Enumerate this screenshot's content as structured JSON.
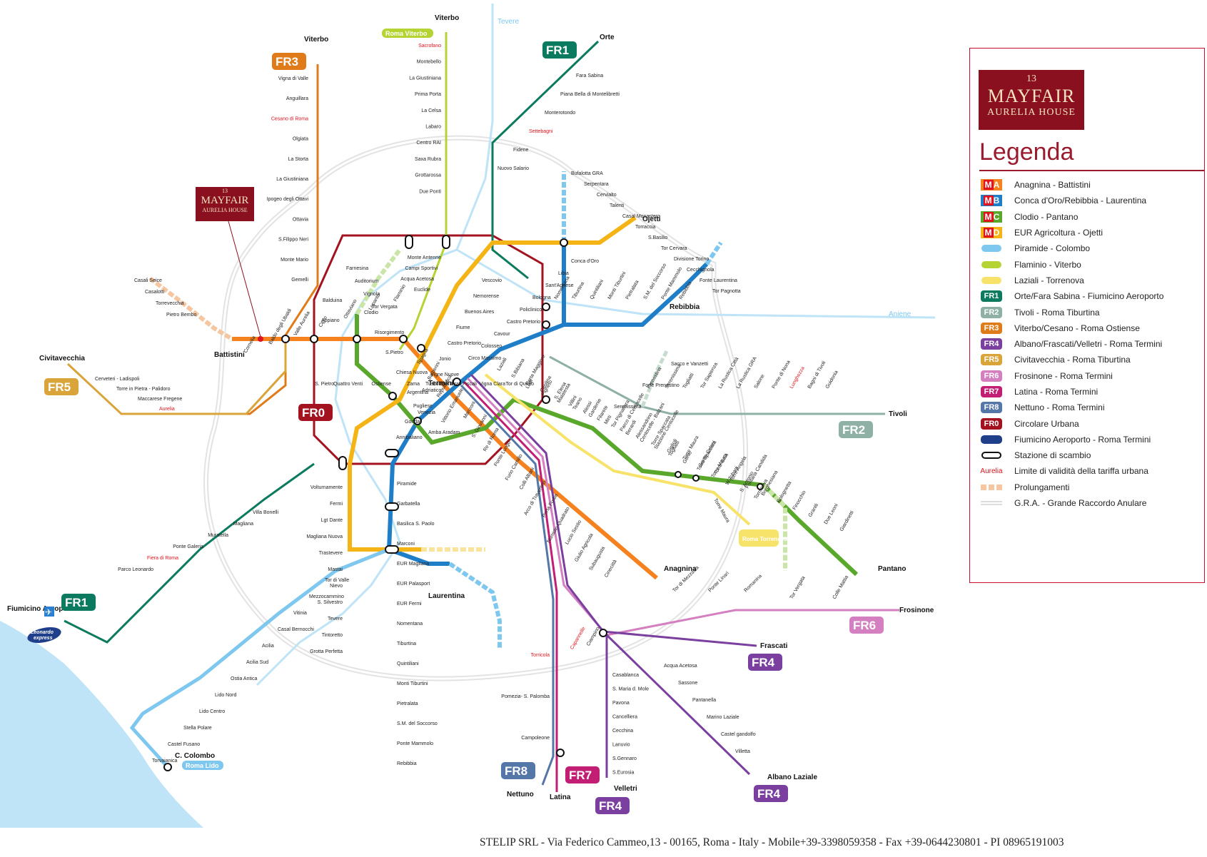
{
  "legend": {
    "logo_line1": "MAYFAIR",
    "logo_line2": "AURELIA HOUSE",
    "logo_crest": "13",
    "title": "Legenda",
    "items": [
      {
        "key": "MA",
        "type": "metro",
        "letter": "A",
        "color": "#f5821f",
        "label": "Anagnina - Battistini"
      },
      {
        "key": "MB",
        "type": "metro",
        "letter": "B",
        "color": "#1f7ec8",
        "label": "Conca d'Oro/Rebibbia - Laurentina"
      },
      {
        "key": "MC",
        "type": "metro",
        "letter": "C",
        "color": "#5aa82b",
        "label": "Clodio - Pantano"
      },
      {
        "key": "MD",
        "type": "metro",
        "letter": "D",
        "color": "#f5b416",
        "label": "EUR Agricoltura - Ojetti"
      },
      {
        "key": "lido",
        "type": "pill",
        "color": "#7ec8ef",
        "text": "Roma Lido",
        "label": "Piramide - Colombo"
      },
      {
        "key": "viterbo",
        "type": "pill",
        "color": "#b5d433",
        "text": "Roma Viterbo",
        "label": "Flaminio - Viterbo"
      },
      {
        "key": "torrenova",
        "type": "pill",
        "color": "#f8e36a",
        "text": "Roma Torrenova",
        "label": "Laziali - Torrenova"
      },
      {
        "key": "FR1",
        "type": "fr",
        "num": "1",
        "color": "#0b7a5e",
        "label": "Orte/Fara Sabina - Fiumicino Aeroporto"
      },
      {
        "key": "FR2",
        "type": "fr",
        "num": "2",
        "color": "#8fb0a4",
        "label": "Tivoli - Roma Tiburtina"
      },
      {
        "key": "FR3",
        "type": "fr",
        "num": "3",
        "color": "#e07b1a",
        "label": "Viterbo/Cesano - Roma Ostiense"
      },
      {
        "key": "FR4",
        "type": "fr",
        "num": "4",
        "color": "#7b3fa0",
        "label": "Albano/Frascati/Velletri - Roma Termini"
      },
      {
        "key": "FR5",
        "type": "fr",
        "num": "5",
        "color": "#d9a43a",
        "label": "Civitavecchia - Roma Tiburtina"
      },
      {
        "key": "FR6",
        "type": "fr",
        "num": "6",
        "color": "#d47fc0",
        "label": "Frosinone - Roma Termini"
      },
      {
        "key": "FR7",
        "type": "fr",
        "num": "7",
        "color": "#c21f74",
        "label": "Latina - Roma Termini"
      },
      {
        "key": "FR8",
        "type": "fr",
        "num": "8",
        "color": "#5577a8",
        "label": "Nettuno - Roma Termini"
      },
      {
        "key": "FR0",
        "type": "fr",
        "num": "0",
        "color": "#a3131f",
        "label": "Circolare Urbana"
      },
      {
        "key": "leonardo",
        "type": "leonardo",
        "color": "#1f3f8a",
        "text": "Leonardo express",
        "label": "Fiumicino Aeroporto - Roma Termini"
      },
      {
        "key": "interchange",
        "type": "interchange",
        "label": "Stazione di scambio"
      },
      {
        "key": "limit",
        "type": "text",
        "text": "Aurelia",
        "label": "Limite di validità della tariffa urbana"
      },
      {
        "key": "prolong",
        "type": "dashed",
        "label": "Prolungamenti"
      },
      {
        "key": "gra",
        "type": "gra",
        "label": "G.R.A. - Grande Raccordo Anulare"
      }
    ]
  },
  "map": {
    "logo_line1": "MAYFAIR",
    "logo_line2": "AURELIA HOUSE",
    "logo_crest": "13",
    "rivers": {
      "tevere": "Tevere",
      "aniene": "Aniene"
    },
    "termini": {
      "viterbo_fr3": "Viterbo",
      "viterbo_rv": "Viterbo",
      "orte": "Orte",
      "civitavecchia": "Civitavecchia",
      "tivoli": "Tivoli",
      "frosinone": "Frosinone",
      "frascati": "Frascati",
      "albano": "Albano Laziale",
      "velletri": "Velletri",
      "latina": "Latina",
      "nettuno": "Nettuno",
      "fiumicino": "Fiumicino Aeroporto",
      "ojetti": "Ojetti",
      "rebibbia": "Rebibbia",
      "pantano": "Pantano",
      "anagnina": "Anagnina",
      "laurentina": "Laurentina",
      "battistini": "Battistini",
      "c_colombo": "C. Colombo",
      "termini": "Termini"
    },
    "badges": {
      "fr3": "FR3",
      "rv": "Roma Viterbo",
      "fr1_top": "FR1",
      "fr5": "FR5",
      "fr0": "FR0",
      "fr2": "FR2",
      "fr6": "FR6",
      "fr4_a": "FR4",
      "fr4_b": "FR4",
      "fr4_c": "FR4",
      "fr7": "FR7",
      "fr8": "FR8",
      "fr1_bot": "FR1",
      "lido": "Roma Lido",
      "torrenova": "Roma Torrenova",
      "leonardo1": "Leonardo",
      "leonardo2": "express"
    },
    "stations": {
      "fr3": [
        "Vigna di Valle",
        "Anguillara",
        "Cesano di Roma",
        "Olgiata",
        "La Storta",
        "La Giustiniana",
        "Ipogeo degli Ottavi",
        "Ottavia",
        "S.Filippo Neri",
        "Monte Mario",
        "Gemelli",
        "Balduina",
        "Appiano"
      ],
      "rv": [
        "Sacrofano",
        "Montebello",
        "La Giustiniana",
        "Prima Porta",
        "La Celsa",
        "Labaro",
        "Centro RAI",
        "Saxa Rubra",
        "Grottarossa",
        "Due Ponti",
        "Monte Antenne",
        "Campi Sportivi",
        "Acqua Acetosa",
        "Euclide"
      ],
      "fr1n": [
        "Fara Sabina",
        "Piana Bella di Montelibretti",
        "Monterotondo",
        "Settebagni",
        "Fidene",
        "Nuovo Salario"
      ],
      "fr5": [
        "Cerveteri - Ladispoli",
        "Torre in Pietra - Palidoro",
        "Maccarese Fregene",
        "Aurelia"
      ],
      "ma": [
        "Cornelia",
        "Baldo degli Ubaldi",
        "Valle Aurelia",
        "Cipro",
        "Ottaviano",
        "Lepanto",
        "Flaminio",
        "Spagna",
        "Barberini",
        "Repubblica",
        "Vittorio Emanuele",
        "Manzoni",
        "S. Giovanni",
        "Re di Roma",
        "Ponte Lungo",
        "Furio Camillo",
        "Colli Albani",
        "Arco di Travertino",
        "Porta Furba",
        "Numidio Quadrato",
        "Lucio Sestio",
        "Giulio Agricola",
        "Subaugusta",
        "Cinecittà"
      ],
      "ma_pro": [
        "Casali Seice",
        "Casalotti",
        "Torrevecchia",
        "Pietro Bembo"
      ],
      "mb": [
        "Conca d'Oro",
        "Libia",
        "Sant'Agnese",
        "Bologna",
        "Policlinico",
        "Castro Pretorio",
        "Cavour",
        "Colosseo",
        "Circo Massimo",
        "Piramide",
        "Garbatella",
        "Basilica S. Paolo",
        "Marconi",
        "EUR Magliana",
        "EUR Palasport",
        "EUR Fermi",
        "Nomentana",
        "Tiburtina",
        "Quintiliani",
        "Monti Tiburtini",
        "Pietralata",
        "S.M. del Soccorso",
        "Ponte Mammolo",
        "Rebibbia"
      ],
      "mb_pro": [
        "Bufalotta GRA",
        "Serpentara",
        "Cervialto",
        "Talenti",
        "Casal Monastero",
        "Torraccia",
        "S.Basilio",
        "Tor Cervara",
        "Divisione Torino",
        "Cecchignola",
        "Fonte Laurentina",
        "Tor Pagnotta"
      ],
      "mc": [
        "Clodio",
        "Risorgimento",
        "S.Pietro",
        "Chiesa Nuova",
        "Argentina",
        "Venezia",
        "Amba Aradam",
        "Lodi",
        "Pigneto",
        "Malatesta",
        "Teano",
        "Gardenie",
        "Mirti",
        "Parco di Centocelle",
        "Alessandrino",
        "Torre Spaccata",
        "Giglioli",
        "Torre Maura",
        "Grotte Celoni",
        "Torre Gaia",
        "Torre Angela",
        "Fontana Candida",
        "Borghesiana",
        "Bolognetta",
        "Finocchio",
        "Graniti",
        "Due Leoni",
        "Giardinetti"
      ],
      "mc_pro": [
        "Farnesina",
        "Auditorium",
        "Vignola",
        "Tor Vergata"
      ],
      "md": [
        "Vescovio",
        "Nemorense",
        "Buenos Aires",
        "Fiume",
        "Castro Pretorio",
        "Jonio",
        "Vigne Nuove",
        "Adriatico",
        "Pugliese",
        "Gondar",
        "Annibaliano",
        "Volturnamente",
        "Fermi",
        "Lgt Dante",
        "Magliana Nuova",
        "Trastevere",
        "Mastai",
        "Nievo",
        "S. Silvestro",
        "Tevere",
        "Tintoretto",
        "Grotta Perfetta"
      ],
      "rt": [
        "Laziali",
        "S.Bibiana",
        "Porta Maggiore",
        "Casilina",
        "S. Elena",
        "Villini",
        "Alessi",
        "Filarete",
        "Tor Pignattara",
        "Berardi",
        "Centocelle - Balzani",
        "Stazione Centocelle",
        "Togliatti",
        "Genio",
        "Torre Spaccata",
        "Torre Maura",
        "W.Tobagi",
        "S. Antonio",
        "Torrenova"
      ],
      "fr2": [
        "Prenestina",
        "Serenissima",
        "Togliatti",
        "Tor Sapienza",
        "La Rustica Città",
        "La Rustica GRA",
        "Salone",
        "Ponte di Nona",
        "Lunghezza",
        "Bagni di Tivoli",
        "Guidonia"
      ],
      "fr0": [
        "S. Pietro",
        "Quattro Venti",
        "Ostiense",
        "Zama",
        "Tuscolana",
        "Prati Fiscali",
        "Vigna Clara",
        "Tor di Quinto"
      ],
      "fr1s": [
        "Villa Bonelli",
        "Magliana",
        "Muratella",
        "Ponte Galeria",
        "Fiera di Roma",
        "Parco Leonardo"
      ],
      "lido": [
        "Tor di Valle",
        "Mezzocammino",
        "Vitinia",
        "Casal Bernocchi",
        "Acilia",
        "Acilia Sud",
        "Ostia Antica",
        "Lido Nord",
        "Lido Centro",
        "Stella Polare",
        "Castel Fusano",
        "Torvaianica"
      ],
      "fr4_fra": [
        "Capannelle",
        "Ciampino"
      ],
      "fr4_alb": [
        "Acqua Acetosa",
        "Sassone",
        "Pantanella",
        "Marino Laziale",
        "Castel gandolfo",
        "Villetta"
      ],
      "fr4_vel": [
        "Casablanca",
        "S. Maria d. Mole",
        "Pavona",
        "Cancelliera",
        "Cecchina",
        "Lanuvio",
        "S.Gennaro",
        "S.Eurosia"
      ],
      "fr6": [
        "Tor Vergata",
        "Colle Mattia"
      ],
      "fr7": [
        "Torricola",
        "Pomezia- S. Palomba",
        "Campoleone"
      ],
      "mc_torre": [
        "Torre Maura"
      ],
      "ma_pro_s": [
        "Tor di Mezzavia",
        "Ponte Linari",
        "Romanina"
      ],
      "mb_misc": [
        "Sacco e Vanzetti",
        "Forte Prenestino",
        "Serenissima"
      ]
    }
  },
  "footer": "STELIP SRL - Via Federico Cammeo,13 - 00165, Roma - Italy - Mobile+39-3398059358 - Fax +39-0644230801 - PI 08965191003"
}
